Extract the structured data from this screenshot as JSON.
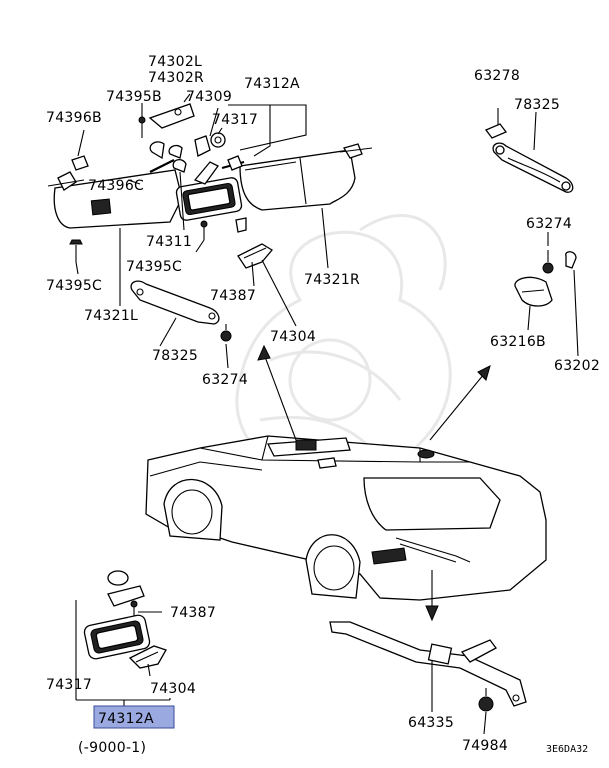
{
  "diagram_id": "3E6DA32",
  "footnote": "(-9000-1)",
  "highlighted_part": "74312A",
  "highlight_color": "#9aa9e0",
  "labels": {
    "p74302L": "74302L",
    "p74302R": "74302R",
    "p74395B": "74395B",
    "p74309": "74309",
    "p74312A_top": "74312A",
    "p74396B": "74396B",
    "p74317_top": "74317",
    "p74396C": "74396C",
    "p74311": "74311",
    "p74395C_mid": "74395C",
    "p74395C_left": "74395C",
    "p74321L": "74321L",
    "p74321R": "74321R",
    "p74387_top": "74387",
    "p74304_top": "74304",
    "p78325_left": "78325",
    "p63274_left": "63274",
    "p63278": "63278",
    "p78325_right": "78325",
    "p63274_right": "63274",
    "p63216B": "63216B",
    "p63202": "63202",
    "p74387_bottom": "74387",
    "p74317_bottom": "74317",
    "p74304_bottom": "74304",
    "p74312A_bottom": "74312A",
    "p64335": "64335",
    "p74984": "74984"
  }
}
